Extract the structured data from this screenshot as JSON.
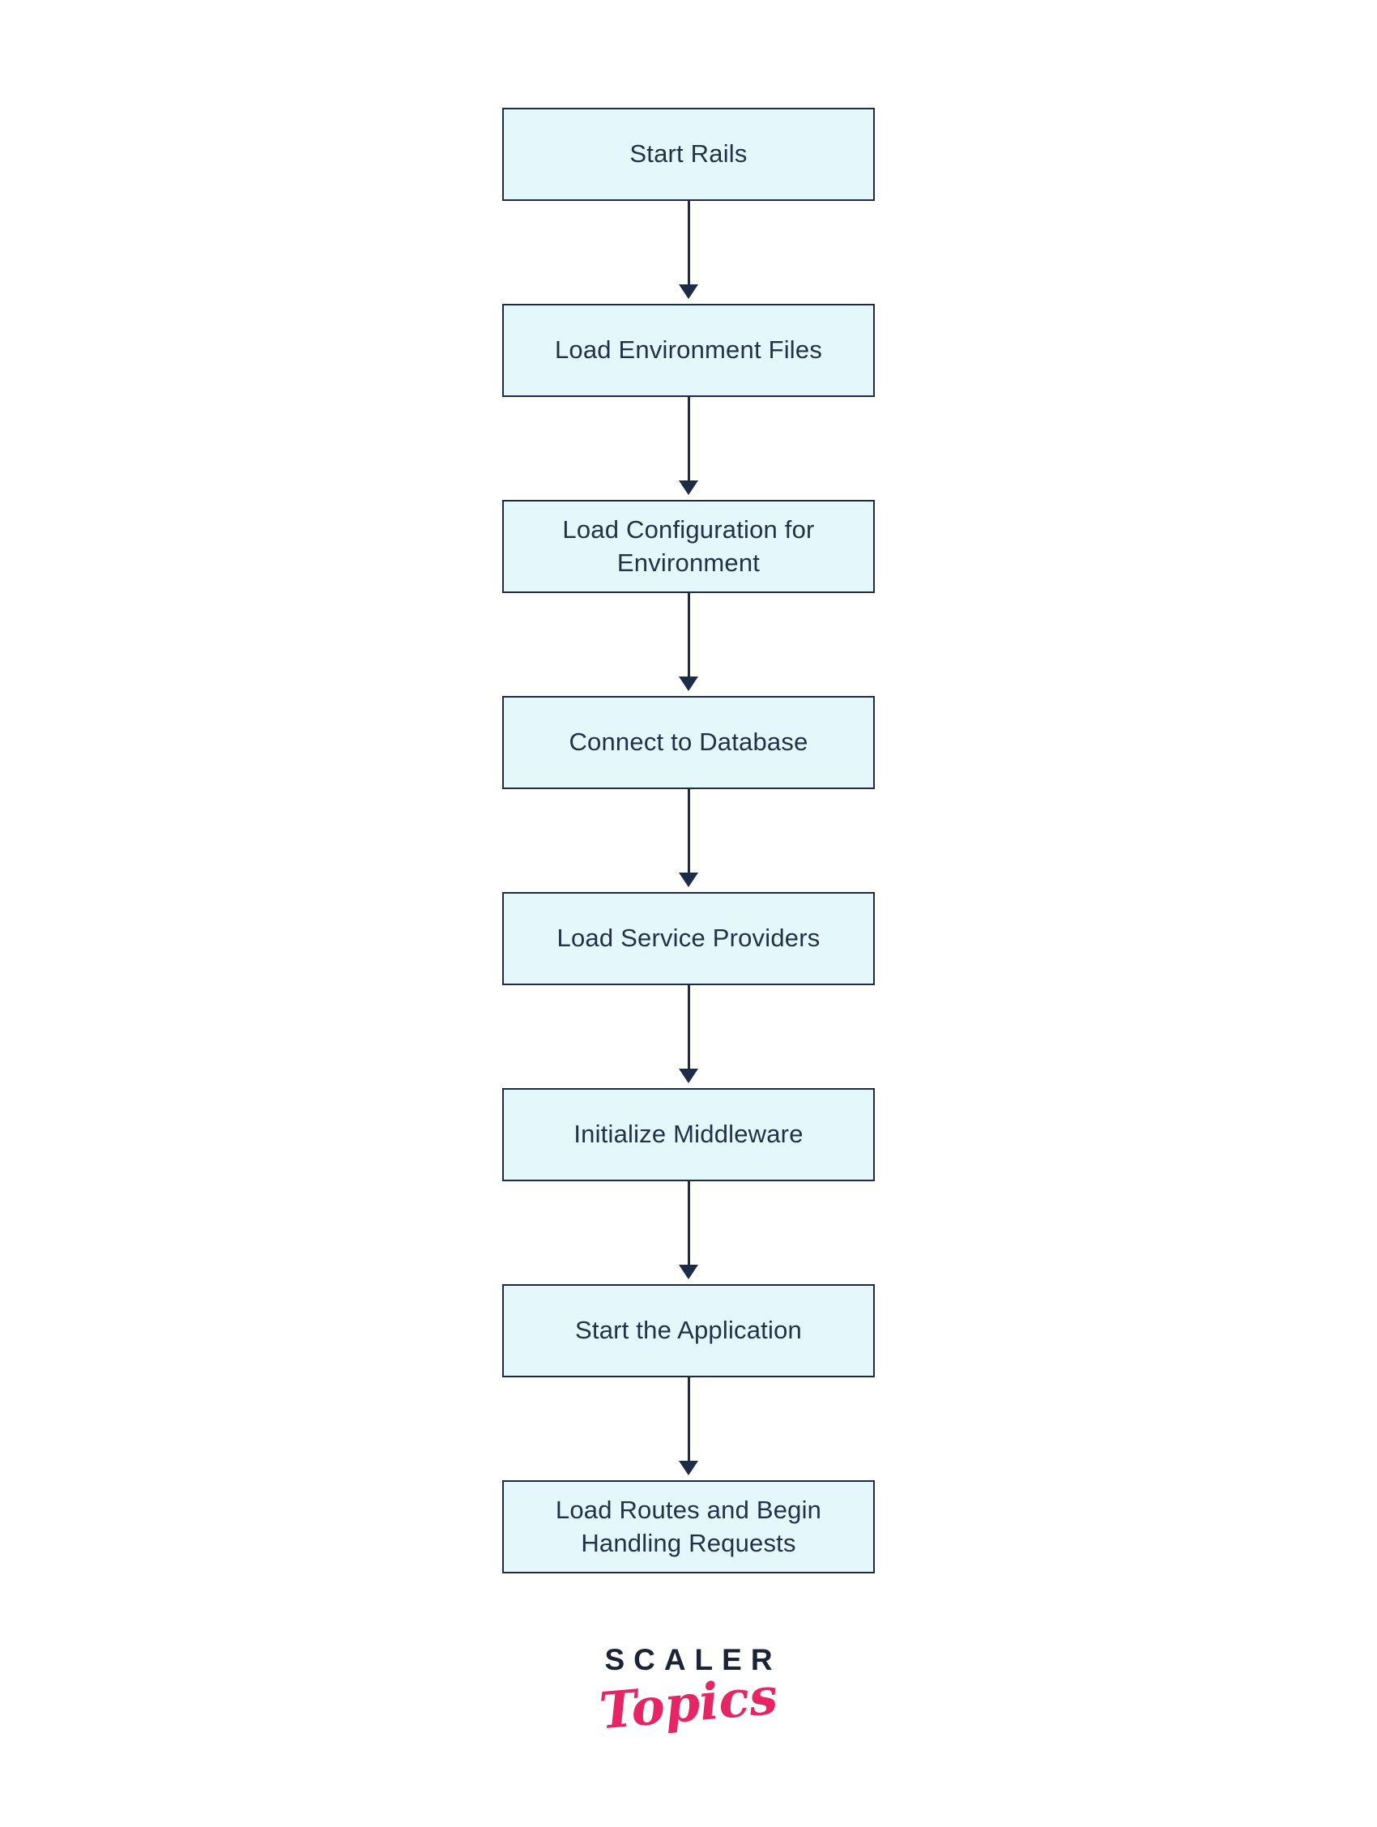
{
  "diagram": {
    "type": "flowchart",
    "direction": "top-to-bottom",
    "nodes": [
      {
        "id": "start-rails",
        "label": "Start Rails"
      },
      {
        "id": "load-environment-files",
        "label": "Load Environment Files"
      },
      {
        "id": "load-configuration-for-environment",
        "label": "Load Configuration for Environment"
      },
      {
        "id": "connect-to-database",
        "label": "Connect to Database"
      },
      {
        "id": "load-service-providers",
        "label": "Load Service Providers"
      },
      {
        "id": "initialize-middleware",
        "label": "Initialize Middleware"
      },
      {
        "id": "start-the-application",
        "label": "Start the Application"
      },
      {
        "id": "load-routes-and-begin-handling-requests",
        "label": "Load Routes and Begin Handling Requests"
      }
    ],
    "edges": [
      {
        "from": "start-rails",
        "to": "load-environment-files"
      },
      {
        "from": "load-environment-files",
        "to": "load-configuration-for-environment"
      },
      {
        "from": "load-configuration-for-environment",
        "to": "connect-to-database"
      },
      {
        "from": "connect-to-database",
        "to": "load-service-providers"
      },
      {
        "from": "load-service-providers",
        "to": "initialize-middleware"
      },
      {
        "from": "initialize-middleware",
        "to": "start-the-application"
      },
      {
        "from": "start-the-application",
        "to": "load-routes-and-begin-handling-requests"
      }
    ]
  },
  "logo": {
    "brand": "SCALER",
    "sub_brand": "Topics"
  },
  "colors": {
    "node-fill": "#e4f8fb",
    "node-border": "#1c2b47",
    "arrow-color": "#1c2b47",
    "text-color": "#243047",
    "logo-navy": "#1b2437",
    "logo-pink": "#e62565",
    "page-bg": "#ffffff"
  }
}
